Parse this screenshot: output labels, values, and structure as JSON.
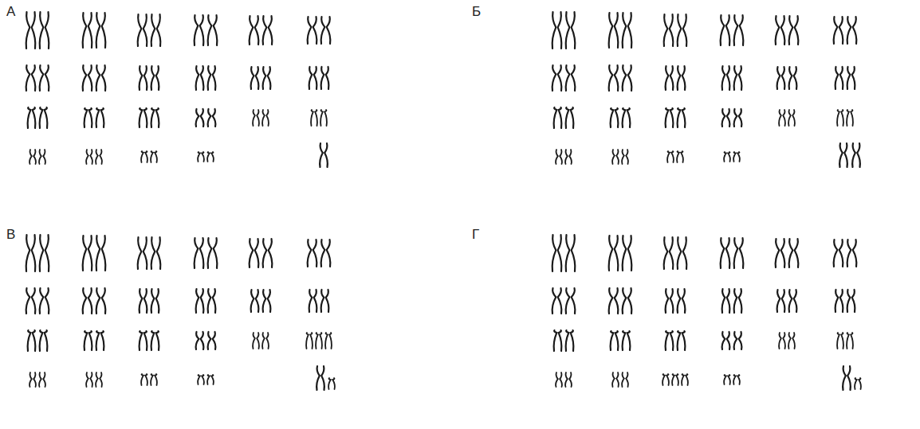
{
  "diagram": {
    "labels": [
      "А",
      "Б",
      "В",
      "Г"
    ]
  }
}
